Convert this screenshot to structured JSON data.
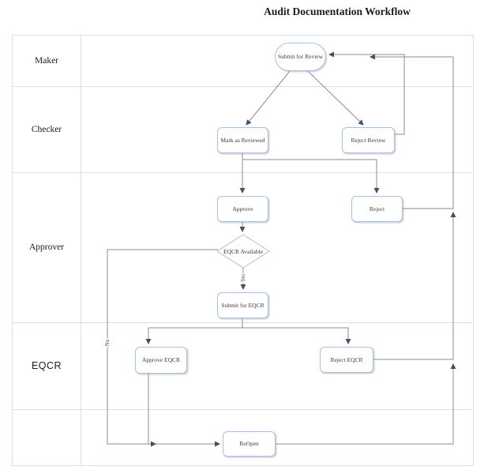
{
  "title": "Audit Documentation Workflow",
  "colors": {
    "node_border": "#a4c2e6",
    "lane_border": "#d7dfe9",
    "edge": "#8c8c8c",
    "arrow": "#4f4f4f",
    "node_text": "#3a3a3a",
    "title_text": "#1d1d1d"
  },
  "lanes": [
    {
      "label": "Maker"
    },
    {
      "label": "Checker"
    },
    {
      "label": "Approver"
    },
    {
      "label": "EQCR"
    },
    {
      "label": ""
    }
  ],
  "nodes": {
    "submit_review": {
      "label": "Submit for Review",
      "shape": "terminator"
    },
    "mark_reviewed": {
      "label": "Mark as Reviewed",
      "shape": "rounded"
    },
    "reject_review": {
      "label": "Reject Review",
      "shape": "rounded"
    },
    "approve": {
      "label": "Approve",
      "shape": "rounded"
    },
    "reject": {
      "label": "Reject",
      "shape": "rounded"
    },
    "eqcr_available": {
      "label": "EQCR Available",
      "shape": "decision"
    },
    "submit_eqcr": {
      "label": "Submit for EQCR",
      "shape": "rounded"
    },
    "approve_eqcr": {
      "label": "Approve EQCR",
      "shape": "rounded"
    },
    "reject_eqcr": {
      "label": "Reject EQCR",
      "shape": "rounded"
    },
    "reopen": {
      "label": "ReOpen",
      "shape": "rounded"
    }
  },
  "edge_labels": {
    "yes": "Yes",
    "no": "No"
  }
}
